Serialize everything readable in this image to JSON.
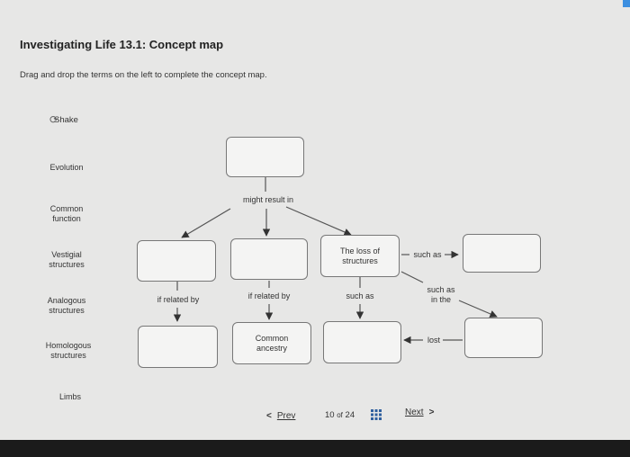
{
  "header": {
    "title": "Investigating Life 13.1: Concept map",
    "instructions": "Drag and drop the terms on the left to complete the concept map."
  },
  "shake_button": {
    "label": "Shake",
    "icon": "shake-icon"
  },
  "terms": [
    {
      "line1": "Evolution",
      "line2": ""
    },
    {
      "line1": "Common",
      "line2": "function"
    },
    {
      "line1": "Vestigial",
      "line2": "structures"
    },
    {
      "line1": "Analogous",
      "line2": "structures"
    },
    {
      "line1": "Homologous",
      "line2": "structures"
    },
    {
      "line1": "Limbs",
      "line2": ""
    }
  ],
  "map": {
    "label_might_result_in": "might result in",
    "label_if_related_by_1": "if related by",
    "label_if_related_by_2": "if related by",
    "label_such_as_1": "such as",
    "label_such_as_2": "such as",
    "label_such_as_in_the_1": "such as",
    "label_such_as_in_the_2": "in the",
    "label_lost": "lost",
    "box_loss_1": "The loss of",
    "box_loss_2": "structures",
    "box_common_1": "Common",
    "box_common_2": "ancestry"
  },
  "nav": {
    "prev": "Prev",
    "page_current": "10",
    "page_of": "of",
    "page_total": "24",
    "next": "Next"
  },
  "colors": {
    "background": "#e7e7e6",
    "box_border": "#777777",
    "accent": "#3d8fe0"
  }
}
